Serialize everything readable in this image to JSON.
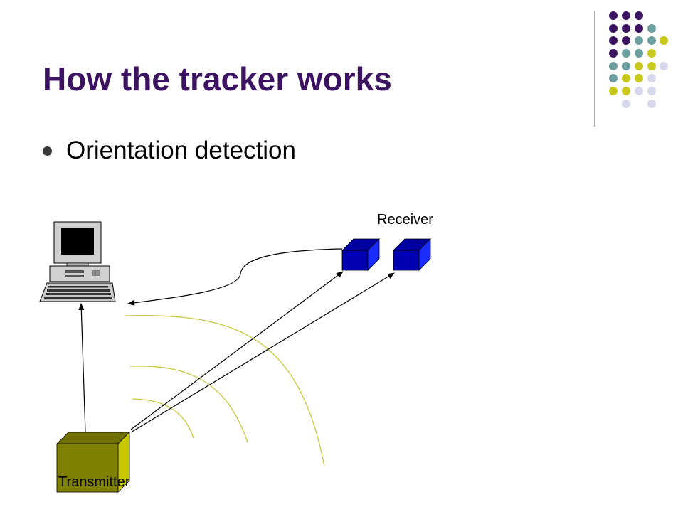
{
  "slide": {
    "title": "How the tracker works",
    "bullets": [
      "Orientation detection"
    ]
  },
  "diagram": {
    "receiver_label": "Receiver",
    "transmitter_label": "Transmitter"
  },
  "colors": {
    "title": "#3c1361",
    "purple": "#3c1361",
    "teal": "#6e9fa0",
    "lime": "#c8c81e",
    "lavender": "#d8d8ec",
    "receiver_blue": "#0000b0",
    "transmitter_olive": "#808000",
    "field_lines": "#c8c83c"
  }
}
